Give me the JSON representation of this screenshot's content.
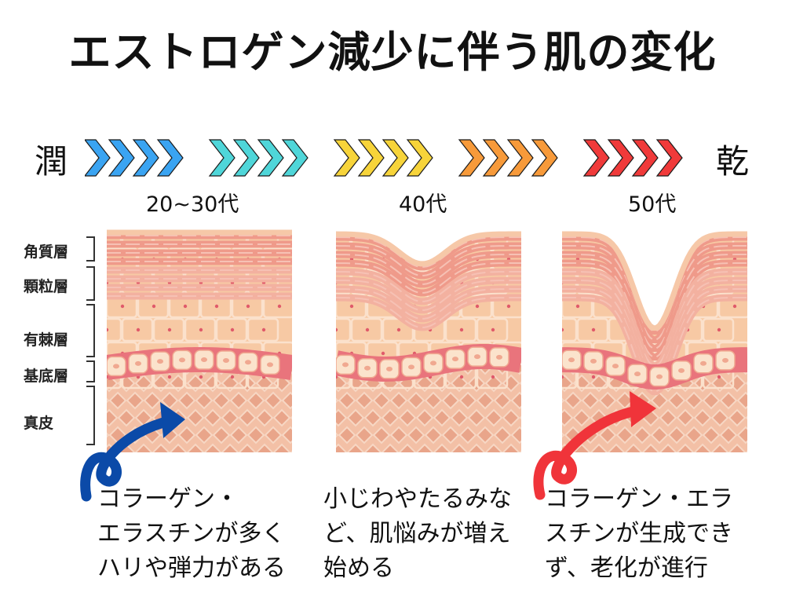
{
  "title": "エストロゲン減少に伴う肌の変化",
  "scale": {
    "start_label": "潤",
    "end_label": "乾",
    "arrow_colors": [
      "#3aa4f2",
      "#4fd6d9",
      "#f7d43a",
      "#f79a3a",
      "#f03a3a"
    ]
  },
  "ages": [
    "20~30代",
    "40代",
    "50代"
  ],
  "layers": [
    "角質層",
    "顆粒層",
    "有棘層",
    "基底層",
    "真皮"
  ],
  "captions": {
    "young": [
      "コラーゲン・",
      "エラスチンが多く",
      "ハリや弾力がある"
    ],
    "middle": [
      "小じわやたるみな",
      "ど、肌悩みが増え",
      "始める"
    ],
    "old": [
      "コラーゲン・エラ",
      "スチンが生成でき",
      "ず、老化が進行"
    ]
  },
  "colors": {
    "stratum": "#ef9a8a",
    "stratum_cell": "#f6c1b4",
    "spinous": "#f7c9a4",
    "basal": "#fbe3cc",
    "dermis": "#f3c0a6",
    "arrow_blue": "#0b4aa8",
    "arrow_red": "#f0343a"
  }
}
